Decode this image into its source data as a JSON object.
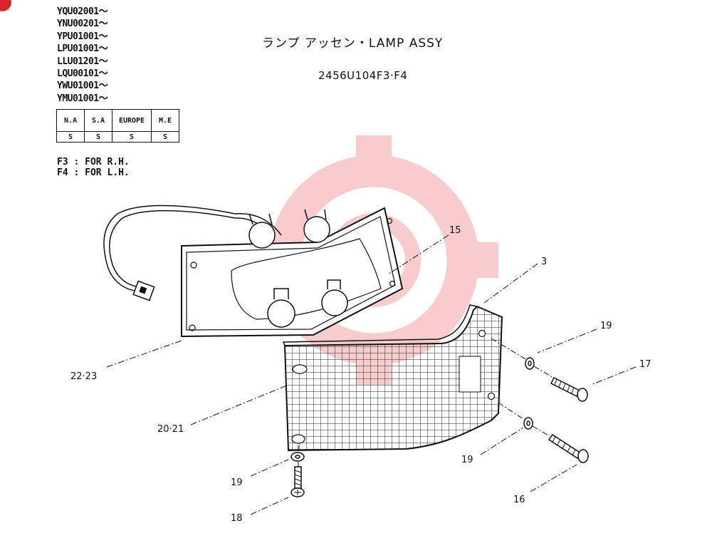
{
  "header": {
    "serial_ranges": [
      "YQU02001～",
      "YNU00201～",
      "YPU01001～",
      "LPU01001～",
      "LLU01201～",
      "LQU00101～",
      "YWU01001～",
      "YMU01001～"
    ],
    "market_table": {
      "headers": [
        "N.A",
        "S.A",
        "EUROPE",
        "M.E"
      ],
      "values": [
        "S",
        "S",
        "S",
        "S"
      ]
    },
    "notes": [
      "F3 : FOR R.H.",
      "F4 : FOR L.H."
    ],
    "title": "ランプ アッセン・LAMP ASSY",
    "part_number": "2456U104F3·F4"
  },
  "callouts": {
    "c15": "15",
    "c3": "3",
    "c19a": "19",
    "c17": "17",
    "c2223": "22·23",
    "c2021": "20·21",
    "c19b": "19",
    "c19c": "19",
    "c16": "16",
    "c18": "18"
  },
  "colors": {
    "line": "#111111",
    "watermark": "#f4a3a3",
    "badge": "#d8232a"
  }
}
